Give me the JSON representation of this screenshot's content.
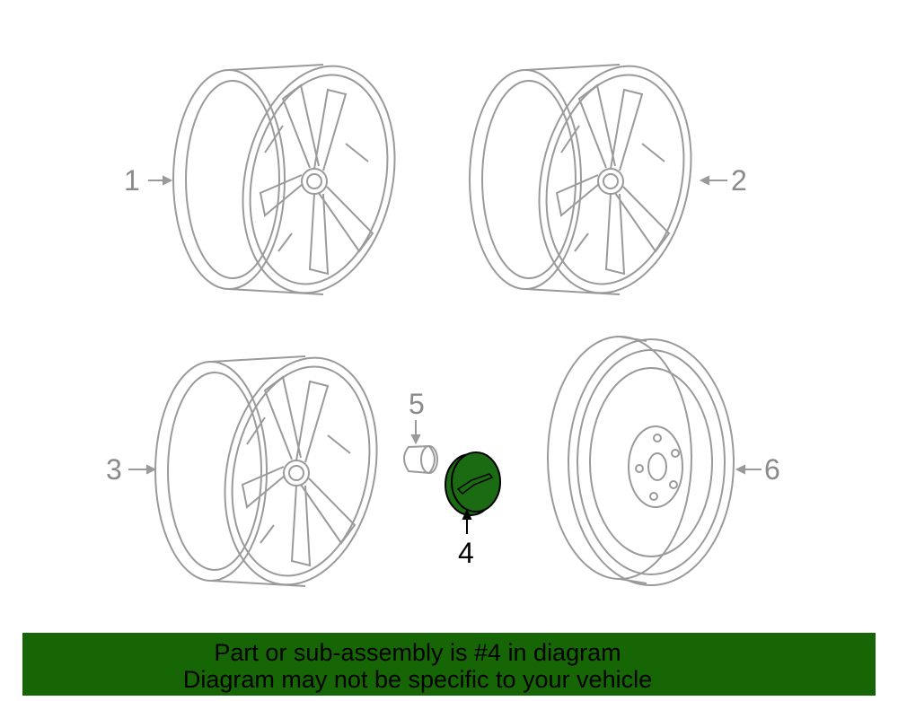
{
  "callouts": {
    "c1": "1",
    "c2": "2",
    "c3": "3",
    "c4": "4",
    "c5": "5",
    "c6": "6"
  },
  "highlight_color": "#1a6b12",
  "banner": {
    "line1": "Part or sub-assembly is #4 in diagram",
    "line2": "Diagram may not be specific to your vehicle",
    "color": "#166606"
  }
}
